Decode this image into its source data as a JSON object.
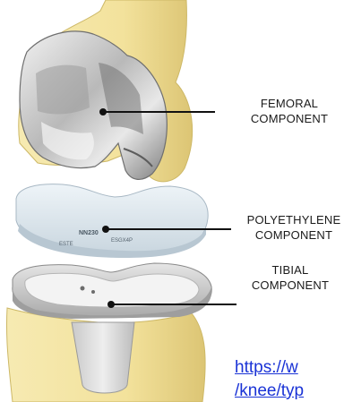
{
  "labels": {
    "femoral": {
      "line1": "FEMORAL",
      "line2": "COMPONENT"
    },
    "polyethylene": {
      "line1": "POLYETHYLENE",
      "line2": "COMPONENT"
    },
    "tibial": {
      "line1": "TIBIAL",
      "line2": "COMPONENT"
    }
  },
  "engraving": {
    "text1": "ESTE",
    "text2": "NN230",
    "text3": "ESGX4P"
  },
  "link": {
    "line1": "https://w",
    "line2": "/knee/typ"
  },
  "colors": {
    "bone": "#f3e6a6",
    "bone_shadow": "#d9c57a",
    "metal": "#c8c8c8",
    "metal_dark": "#8a8a8a",
    "polyethylene": "#e3ecf3",
    "link": "#1a33d6",
    "leader_line": "#111111"
  }
}
